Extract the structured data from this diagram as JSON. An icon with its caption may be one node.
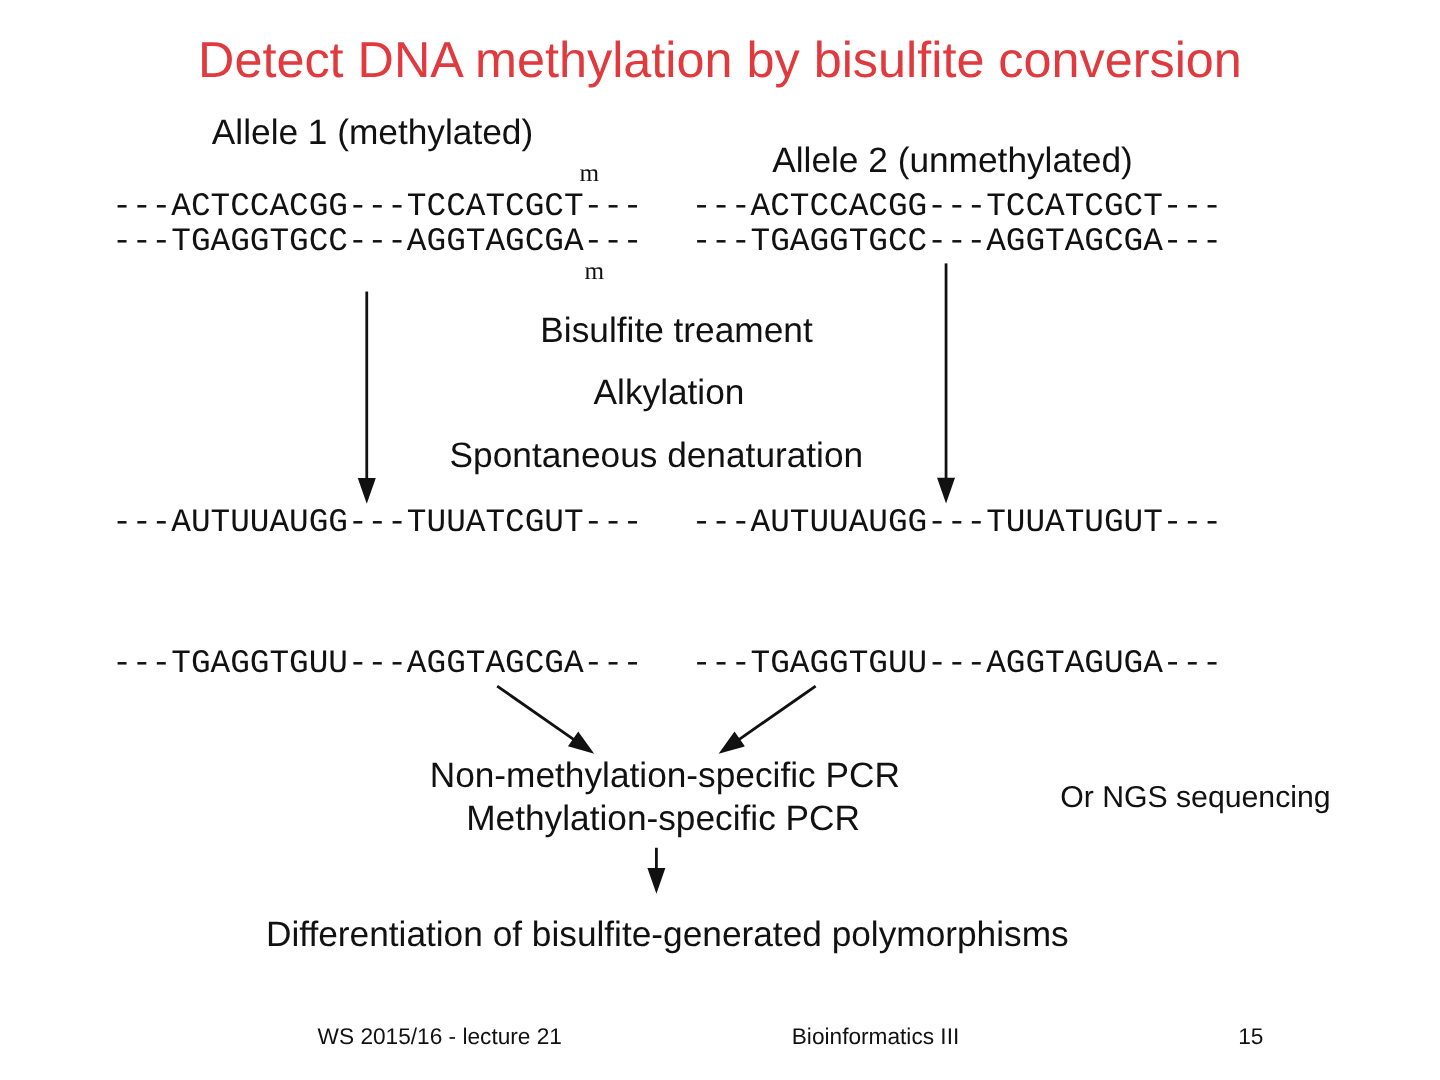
{
  "diagram": {
    "title": "Detect DNA methylation by bisulfite conversion",
    "nodes": [
      {
        "text": [
          "Allele 1 (methylated)",
          "m",
          "---ACTCCACGG---TCCATCGCT---",
          "---TGAGGTGCC---AGGTAGCGA---",
          "m"
        ]
      },
      {
        "text": [
          "Allele 2 (unmethylated)",
          "---ACTCCACGG---TCCATCGCT---",
          "---TGAGGTGCC---AGGTAGCGA---"
        ]
      },
      {
        "text": [
          "---AUTUUAUGG---TUUATCGUT---",
          "---TGAGGTGUU---AGGTAGCGA---"
        ]
      },
      {
        "text": [
          "---AUTUUAUGG---TUUATUGUT---",
          "---TGAGGTGUU---AGGTAGUGA---"
        ]
      },
      {
        "text": [
          "Non-methylation-specific PCR",
          "Methylation-specific PCR"
        ]
      },
      {
        "text": [
          "Differentiation of bisulfite-generated polymorphisms"
        ]
      }
    ],
    "edges": [
      {
        "from": 0,
        "to": 2,
        "arrow": "to"
      },
      {
        "from": 1,
        "to": 3,
        "arrow": "to"
      },
      {
        "from": 2,
        "to": 4,
        "arrow": "to"
      },
      {
        "from": 3,
        "to": 4,
        "arrow": "to"
      },
      {
        "from": 4,
        "to": 5,
        "arrow": "to"
      }
    ],
    "labels": [
      "Bisulfite treament",
      "Alkylation",
      "Spontaneous denaturation",
      "Or NGS sequencing",
      "WS 2015/16 - lecture 21",
      "Bioinformatics III",
      "15"
    ]
  }
}
